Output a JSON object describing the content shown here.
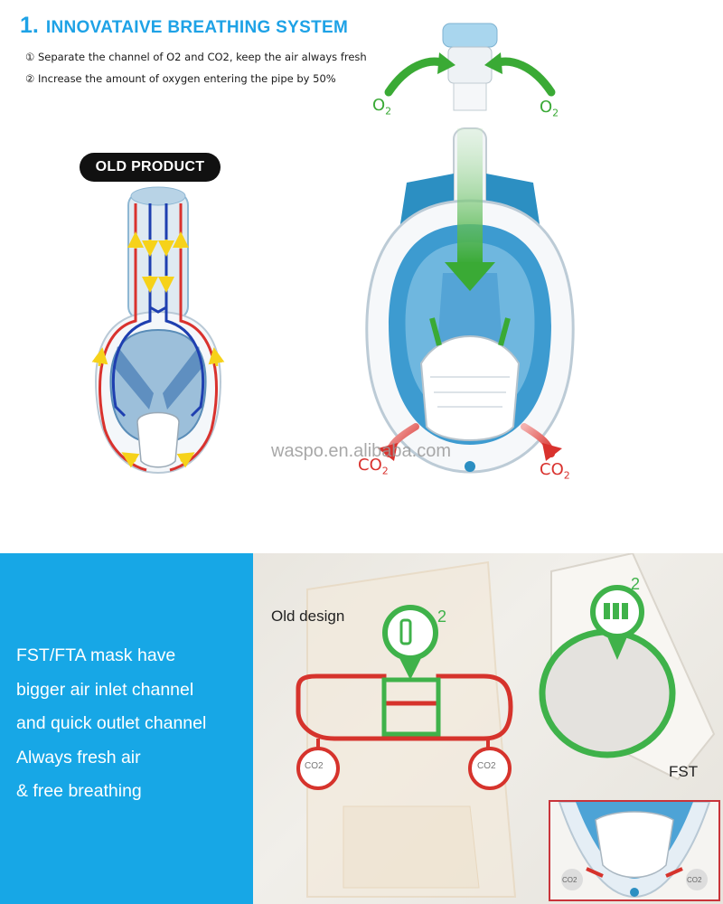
{
  "heading": {
    "number": "1.",
    "title": "INNOVATAIVE BREATHING SYSTEM"
  },
  "bullets": [
    "① Separate the channel of O2 and CO2, keep the air always fresh",
    "② Increase the amount of oxygen entering the pipe by 50%"
  ],
  "old_product_label": "OLD PRODUCT",
  "watermark": "waspo.en.alibaba.com",
  "gas": {
    "o2": "O",
    "co2": "CO",
    "sub": "2"
  },
  "panel_lines": [
    "FST/FTA mask have",
    "bigger air inlet channel",
    "and quick outlet channel",
    "Always fresh air",
    "& free breathing"
  ],
  "photo": {
    "old_design": "Old design",
    "fst": "FST",
    "badge_number": "2",
    "co2_small": "CO2"
  },
  "colors": {
    "accent": "#1ea2e6",
    "panel_blue": "#17a7e6",
    "green": "#39a935",
    "red": "#d9322e"
  }
}
